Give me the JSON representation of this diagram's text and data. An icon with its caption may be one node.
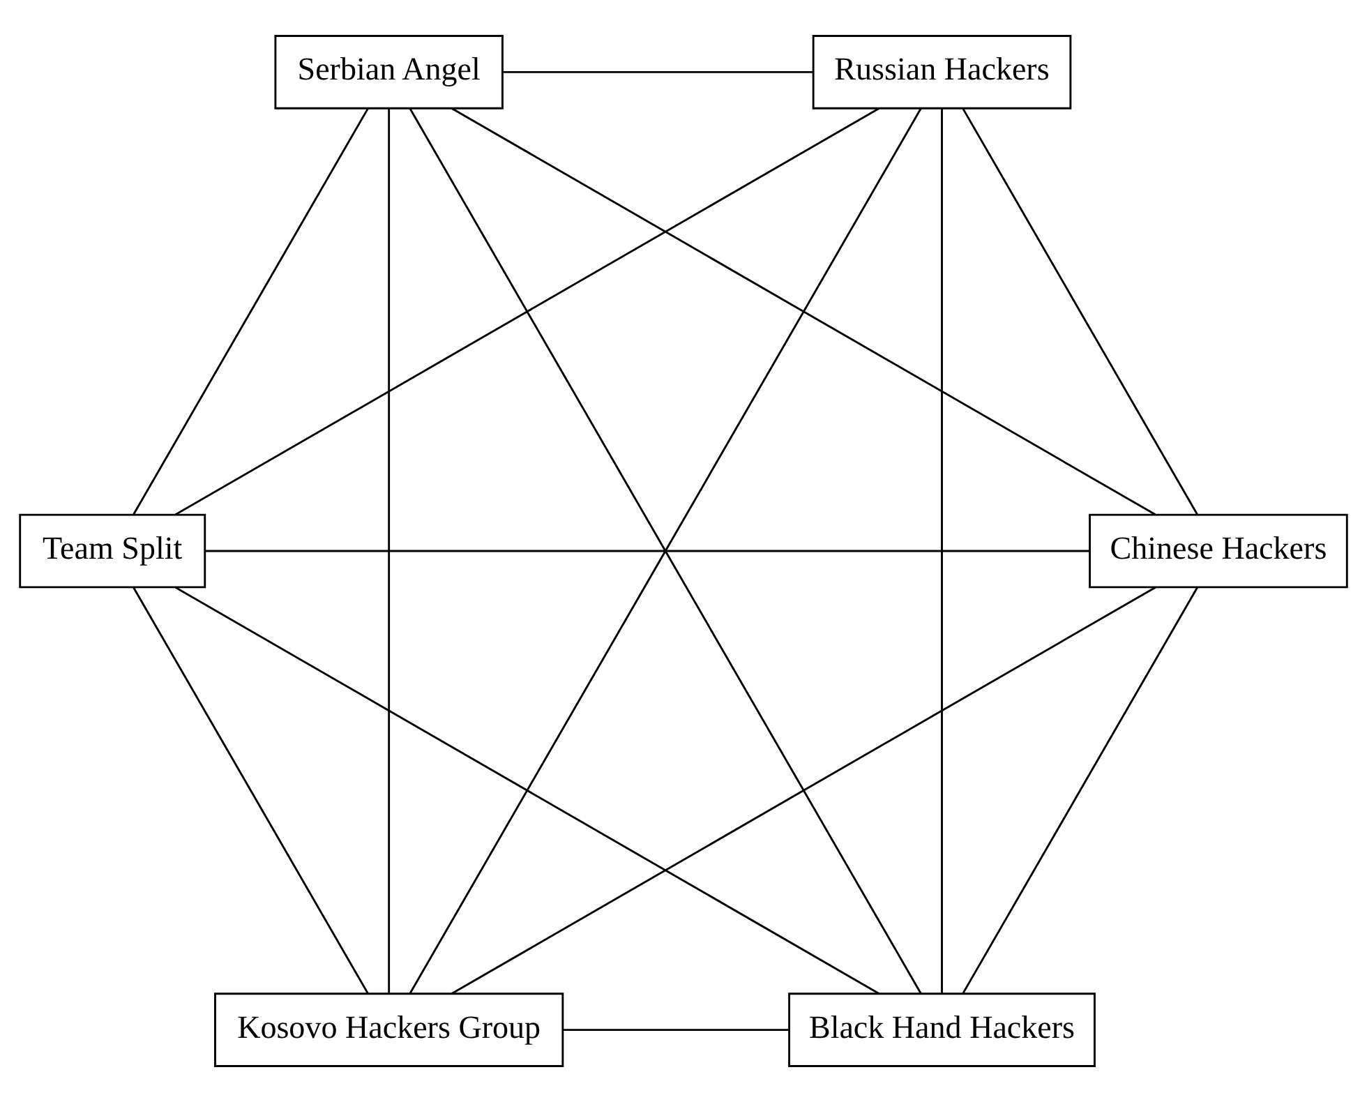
{
  "diagram": {
    "nodes": [
      {
        "text": [
          "Black Hand Hackers"
        ]
      },
      {
        "text": [
          "Chinese Hackers"
        ]
      },
      {
        "text": [
          "Team Split"
        ]
      },
      {
        "text": [
          "Serbian Angel"
        ]
      },
      {
        "text": [
          "Russian Hackers"
        ]
      },
      {
        "text": [
          "Kosovo Hackers Group"
        ]
      }
    ],
    "edges": [
      {
        "from": 0,
        "to": 1,
        "arrow": "none"
      },
      {
        "from": 0,
        "to": 3,
        "arrow": "none"
      },
      {
        "from": 0,
        "to": 5,
        "arrow": "none"
      },
      {
        "from": 0,
        "to": 4,
        "arrow": "none"
      },
      {
        "from": 0,
        "to": 2,
        "arrow": "none"
      },
      {
        "from": 1,
        "to": 2,
        "arrow": "none"
      },
      {
        "from": 1,
        "to": 4,
        "arrow": "none"
      },
      {
        "from": 1,
        "to": 3,
        "arrow": "none"
      },
      {
        "from": 1,
        "to": 5,
        "arrow": "none"
      },
      {
        "from": 2,
        "to": 3,
        "arrow": "none"
      },
      {
        "from": 2,
        "to": 4,
        "arrow": "none"
      },
      {
        "from": 2,
        "to": 5,
        "arrow": "none"
      },
      {
        "from": 3,
        "to": 4,
        "arrow": "none"
      },
      {
        "from": 3,
        "to": 5,
        "arrow": "none"
      },
      {
        "from": 4,
        "to": 5,
        "arrow": "none"
      }
    ]
  }
}
